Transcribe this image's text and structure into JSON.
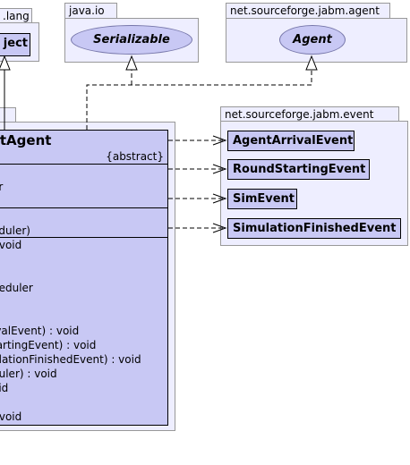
{
  "packages": {
    "java_lang": {
      "label": ".lang"
    },
    "java_io": {
      "label": "java.io"
    },
    "jabm_agent": {
      "label": "net.sourceforge.jabm.agent"
    },
    "jabm_event": {
      "label": "net.sourceforge.jabm.event"
    }
  },
  "classes": {
    "object": {
      "name": "ject"
    },
    "serializable": {
      "name": "Serializable"
    },
    "agent": {
      "name": "Agent"
    },
    "main": {
      "name": "ctAgent",
      "stereotype": "{abstract}",
      "attributes": [
        "er"
      ],
      "operations": [
        "eduler)",
        ": void",
        "neduler",
        "ivalEvent) : void",
        "tartingEvent) : void",
        "ulationFinishedEvent) : void",
        "duler) : void",
        "oid",
        "d",
        ": void"
      ]
    }
  },
  "events": [
    {
      "name": "AgentArrivalEvent"
    },
    {
      "name": "RoundStartingEvent"
    },
    {
      "name": "SimEvent"
    },
    {
      "name": "SimulationFinishedEvent"
    }
  ],
  "colors": {
    "package_fill": "#eeeeff",
    "package_border": "#999999",
    "class_fill": "#c8c8f4",
    "class_border": "#000000"
  }
}
